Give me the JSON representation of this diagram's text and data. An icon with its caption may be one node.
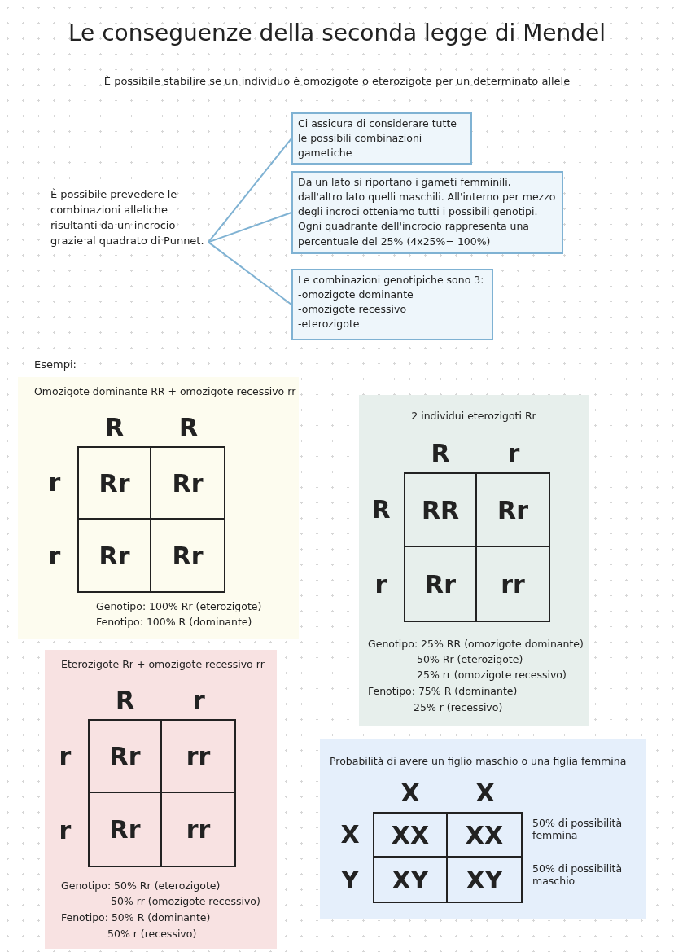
{
  "diagram": {
    "title": "Le conseguenze della seconda legge di Mendel",
    "nodes": [
      {
        "text": [
          "È possibile prevedere le combinazioni alleliche risultanti da un incrocio grazie al quadrato di Punnet."
        ]
      },
      {
        "text": [
          "Ci assicura di considerare tutte le possibili combinazioni gametiche"
        ]
      },
      {
        "text": [
          "Da un lato si riportano i gameti femminili, dall'altro lato quelli maschili. All'interno per mezzo degli incroci otteniamo tutti i possibili genotipi. Ogni quadrante dell'incrocio rappresenta una percentuale del 25% (4x25%= 100%)"
        ]
      },
      {
        "text": [
          "Le combinazioni genotipiche sono 3:",
          "-omozigote dominante",
          "-omozigote recessivo",
          "-eterozigote"
        ]
      },
      {
        "text": [
          "Omozigote dominante RR + omozigote recessivo rr",
          "Genotipo: 100% Rr (eterozigote)",
          "Fenotipo: 100% R (dominante)"
        ]
      },
      {
        "text": [
          "Rr"
        ],
        "in": 4
      },
      {
        "text": [
          "Rr"
        ],
        "in": 4
      },
      {
        "text": [
          "Rr"
        ],
        "in": 4
      },
      {
        "text": [
          "Rr"
        ],
        "in": 4
      },
      {
        "text": [
          "2 individui eterozigoti Rr",
          "Genotipo: 25% RR (omozigote dominante)",
          "50% Rr (eterozigote)",
          "25% rr (omozigote recessivo)",
          "Fenotipo: 75% R (dominante)",
          "25% r (recessivo)"
        ]
      },
      {
        "text": [
          "RR"
        ],
        "in": 9
      },
      {
        "text": [
          "Rr"
        ],
        "in": 9
      },
      {
        "text": [
          "Rr"
        ],
        "in": 9
      },
      {
        "text": [
          "rr"
        ],
        "in": 9
      },
      {
        "text": [
          "Eterozigote Rr + omozigote recessivo rr",
          "Genotipo: 50% Rr (eterozigote)",
          "50% rr (omozigote recessivo)",
          "Fenotipo: 50% R (dominante)",
          "50% r (recessivo)"
        ]
      },
      {
        "text": [
          "Rr"
        ],
        "in": 14
      },
      {
        "text": [
          "rr"
        ],
        "in": 14
      },
      {
        "text": [
          "Rr"
        ],
        "in": 14
      },
      {
        "text": [
          "rr"
        ],
        "in": 14
      },
      {
        "text": [
          "Probabilità di avere un figlio maschio o una figlia femmina"
        ]
      },
      {
        "text": [
          "XX"
        ],
        "in": 19
      },
      {
        "text": [
          "XX"
        ],
        "in": 19
      },
      {
        "text": [
          "XY"
        ],
        "in": 19
      },
      {
        "text": [
          "XY"
        ],
        "in": 19
      }
    ],
    "edges": [
      {
        "from": 0,
        "to": 1,
        "arrow": "none"
      },
      {
        "from": 0,
        "to": 2,
        "arrow": "none"
      },
      {
        "from": 0,
        "to": 3,
        "arrow": "none"
      }
    ],
    "labels": [
      "È possibile stabilire se un individuo è omozigote o eterozigote per un determinato allele",
      "Esempi:",
      "R",
      "R",
      "r",
      "r",
      "R",
      "r",
      "R",
      "r",
      "R",
      "r",
      "r",
      "r",
      "X",
      "X",
      "X",
      "Y",
      "50% di possibilità femmina",
      "50% di possibilità maschio"
    ]
  }
}
